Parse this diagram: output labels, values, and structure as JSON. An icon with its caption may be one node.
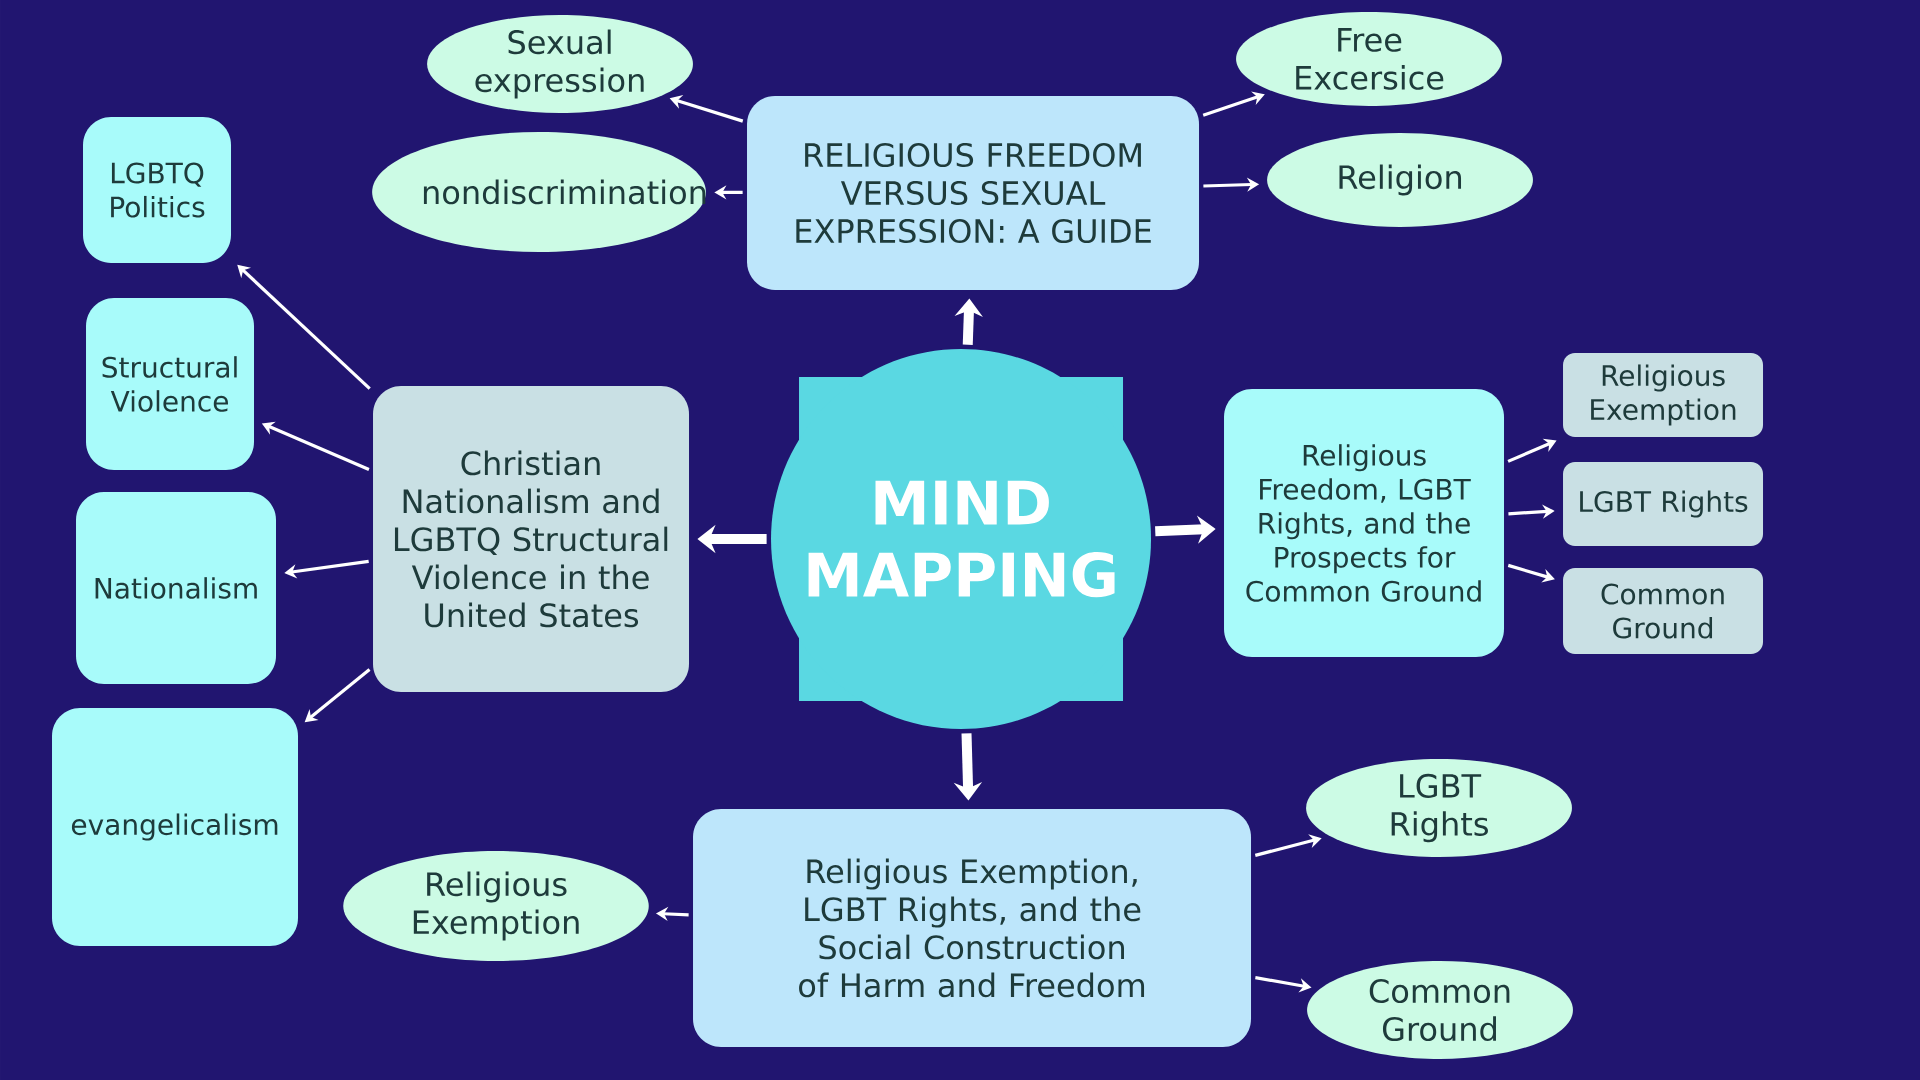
{
  "diagram": {
    "nodes": [
      {
        "text": [
          "MIND MAPPING"
        ]
      },
      {
        "text": [
          "RELIGIOUS FREEDOM VERSUS SEXUAL EXPRESSION: A GUIDE"
        ]
      },
      {
        "text": [
          "Sexual expression"
        ]
      },
      {
        "text": [
          "nondiscrimination"
        ]
      },
      {
        "text": [
          "Free Excersice"
        ]
      },
      {
        "text": [
          "Religion"
        ]
      },
      {
        "text": [
          "Christian Nationalism and LGBTQ Structural Violence in the United States"
        ]
      },
      {
        "text": [
          "LGBTQ Politics"
        ]
      },
      {
        "text": [
          "Structural Violence"
        ]
      },
      {
        "text": [
          "Nationalism"
        ]
      },
      {
        "text": [
          "evangelicalism"
        ]
      },
      {
        "text": [
          "Religious Freedom, LGBT Rights, and the Prospects for Common Ground"
        ]
      },
      {
        "text": [
          "Religious Exemption"
        ]
      },
      {
        "text": [
          "LGBT Rights"
        ]
      },
      {
        "text": [
          "Common Ground"
        ]
      },
      {
        "text": [
          "Religious Exemption, LGBT Rights, and the Social Construction of Harm and Freedom"
        ]
      },
      {
        "text": [
          "Religious Exemption"
        ]
      },
      {
        "text": [
          "LGBT Rights"
        ]
      },
      {
        "text": [
          "Common Ground"
        ]
      }
    ],
    "edges": [
      {
        "from": 0,
        "to": 1,
        "arrow": "to",
        "style": "thick"
      },
      {
        "from": 0,
        "to": 6,
        "arrow": "to",
        "style": "thick"
      },
      {
        "from": 0,
        "to": 11,
        "arrow": "to",
        "style": "thick"
      },
      {
        "from": 0,
        "to": 15,
        "arrow": "to",
        "style": "thick"
      },
      {
        "from": 1,
        "to": 2,
        "arrow": "to"
      },
      {
        "from": 1,
        "to": 3,
        "arrow": "to"
      },
      {
        "from": 1,
        "to": 4,
        "arrow": "to"
      },
      {
        "from": 1,
        "to": 5,
        "arrow": "to"
      },
      {
        "from": 6,
        "to": 7,
        "arrow": "to"
      },
      {
        "from": 6,
        "to": 8,
        "arrow": "to"
      },
      {
        "from": 6,
        "to": 9,
        "arrow": "to"
      },
      {
        "from": 6,
        "to": 10,
        "arrow": "to"
      },
      {
        "from": 11,
        "to": 12,
        "arrow": "to"
      },
      {
        "from": 11,
        "to": 13,
        "arrow": "to"
      },
      {
        "from": 11,
        "to": 14,
        "arrow": "to"
      },
      {
        "from": 15,
        "to": 16,
        "arrow": "to"
      },
      {
        "from": 15,
        "to": 17,
        "arrow": "to"
      },
      {
        "from": 15,
        "to": 18,
        "arrow": "to"
      }
    ]
  }
}
